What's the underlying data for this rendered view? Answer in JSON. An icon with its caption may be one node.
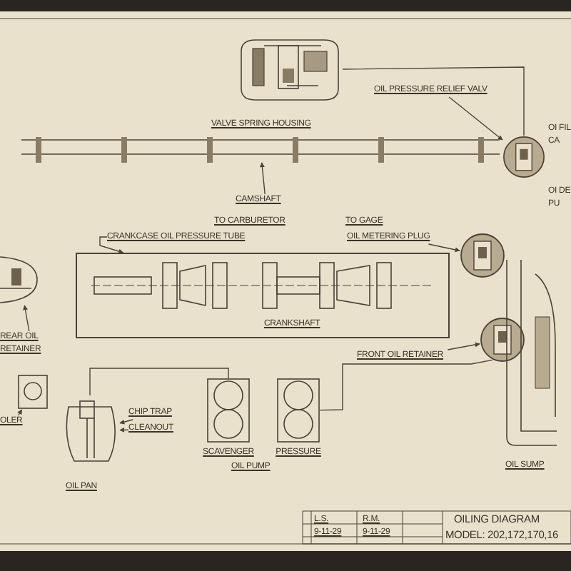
{
  "diagram": {
    "nodes": [
      {
        "text": [],
        "shape": "picture"
      },
      {
        "text": [
          "OIL PRESSURE RELIEF VALV"
        ]
      },
      {
        "text": [],
        "shape": "picture"
      },
      {
        "text": [
          "VALVE SPRING HOUSING"
        ]
      },
      {
        "text": [],
        "shape": "picture"
      },
      {
        "text": [
          "CAMSHAFT"
        ]
      },
      {
        "text": [
          "CRANKCASE OIL PRESSURE TUBE"
        ]
      },
      {
        "text": [
          "OIL METERING PLUG"
        ]
      },
      {
        "text": [],
        "shape": "picture"
      },
      {
        "text": [],
        "shape": "box"
      },
      {
        "text": [],
        "shape": "picture",
        "in": 9
      },
      {
        "text": [],
        "shape": "picture"
      },
      {
        "text": [
          "REAR OIL RETAINER"
        ]
      },
      {
        "text": [
          "FRONT OIL RETAINER"
        ]
      },
      {
        "text": [],
        "shape": "picture"
      },
      {
        "text": [],
        "shape": "picture"
      },
      {
        "text": [],
        "shape": "picture"
      },
      {
        "text": [
          "OLER"
        ]
      },
      {
        "text": [],
        "shape": "picture"
      },
      {
        "text": [
          "CHIP TRAP"
        ]
      },
      {
        "text": [
          "CLEANOUT"
        ]
      },
      {
        "text": [],
        "shape": "picture",
        "beside": [
          "SCAVENGER"
        ]
      },
      {
        "text": [],
        "shape": "picture",
        "beside": [
          "PRESSURE"
        ]
      }
    ],
    "edges": [
      {
        "from": 1,
        "to": 2,
        "arrow": "to"
      },
      {
        "from": 5,
        "to": 4,
        "arrow": "to"
      },
      {
        "from": 6,
        "to": 9,
        "arrow": "to"
      },
      {
        "from": 7,
        "to": 8,
        "arrow": "to"
      },
      {
        "from": 13,
        "to": 14,
        "arrow": "to"
      },
      {
        "from": 12,
        "to": 11,
        "arrow": "to"
      },
      {
        "from": 17,
        "to": 16,
        "arrow": "to"
      },
      {
        "from": 19,
        "to": 18,
        "arrow": "to"
      },
      {
        "from": 20,
        "to": 18,
        "arrow": "to"
      },
      {
        "from": 0,
        "to": 2,
        "arrow": "none"
      },
      {
        "from": 18,
        "to": 21,
        "arrow": "none"
      },
      {
        "from": 22,
        "to": 15,
        "arrow": "none"
      }
    ],
    "labels": [
      "TO CARBURETOR",
      "TO GAGE",
      "CRANKSHAFT",
      "OI FIL CA",
      "OI DE PU",
      "OIL PUMP",
      "OIL PAN",
      "OIL SUMP",
      "L.S.",
      "R.M.",
      "9-11-29",
      "9-11-29",
      "OILING DIAGRAM",
      "MODEL: 202,172,170,16"
    ]
  }
}
